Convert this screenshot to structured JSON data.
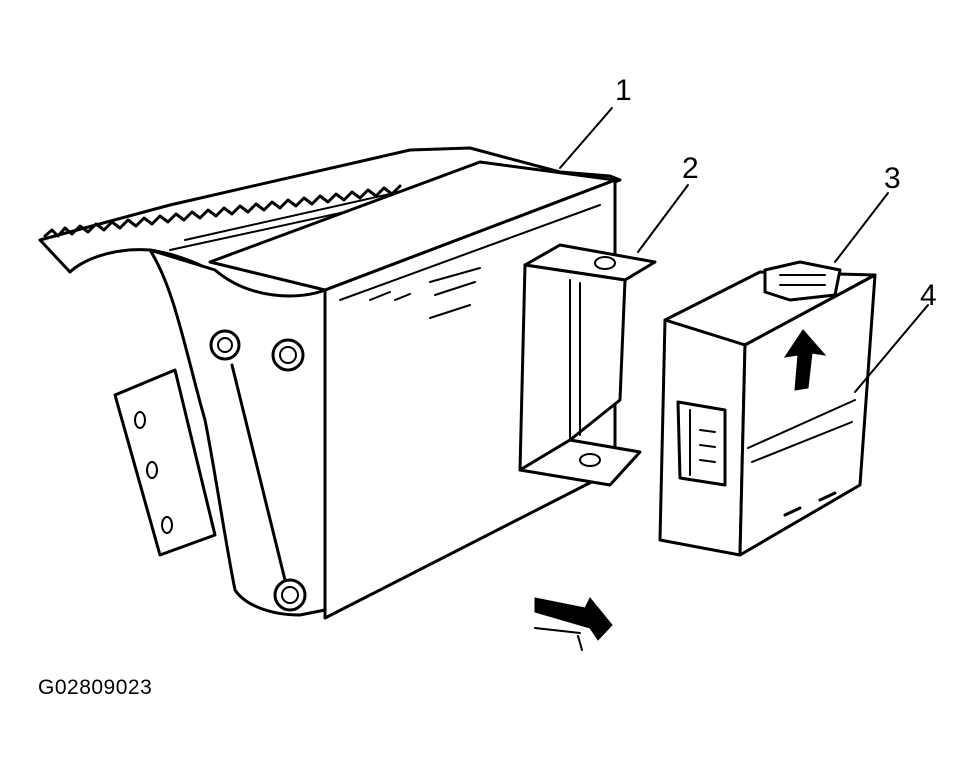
{
  "callouts": [
    {
      "label": "1"
    },
    {
      "label": "2"
    },
    {
      "label": "3"
    },
    {
      "label": "4"
    }
  ],
  "figure_id": "G02809023"
}
